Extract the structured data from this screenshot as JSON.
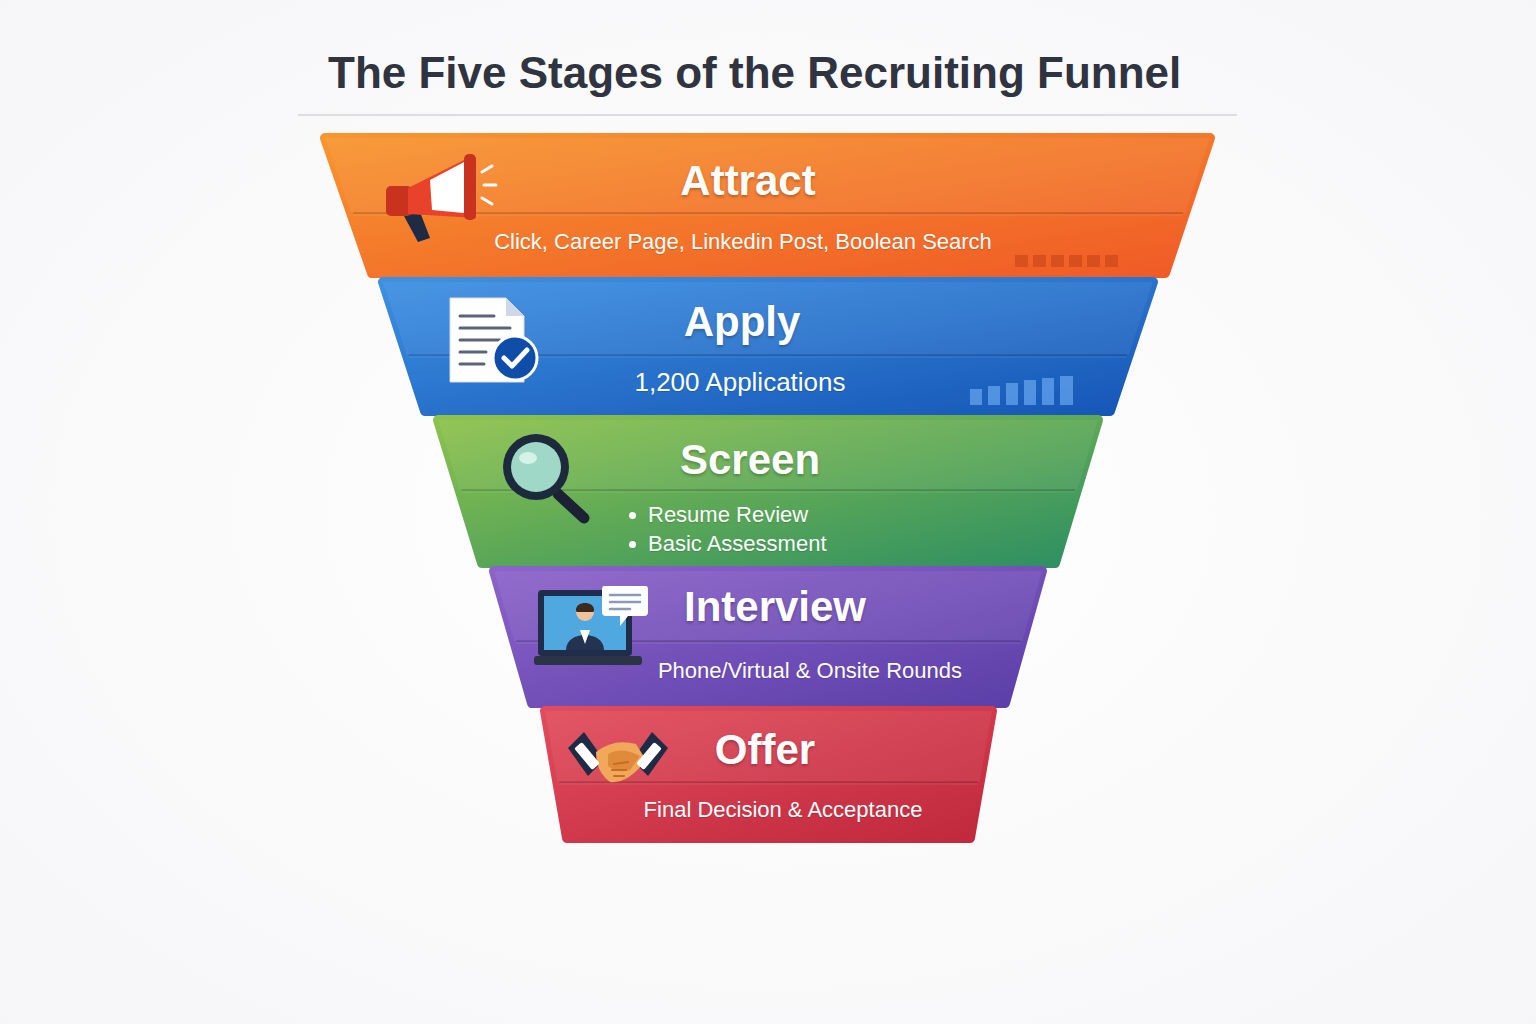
{
  "diagram": {
    "title": "The Five Stages of the Recruiting Funnel",
    "nodes": [
      {
        "text": [
          "Attract",
          "Click, Career Page, Linkedin Post, Boolean Search"
        ]
      },
      {
        "text": [
          "Apply",
          "1,200 Applications"
        ]
      },
      {
        "text": [
          "Screen",
          "Resume Review",
          "Basic Assessment"
        ]
      },
      {
        "text": [
          "Interview",
          "Phone/Virtual & Onsite Rounds"
        ]
      },
      {
        "text": [
          "Offer",
          "Final Decision & Acceptance"
        ]
      }
    ]
  }
}
